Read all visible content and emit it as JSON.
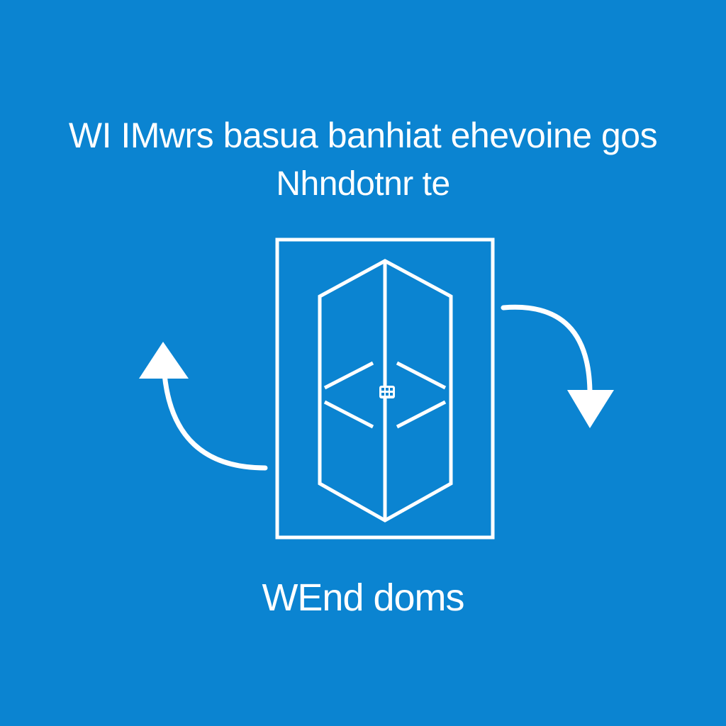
{
  "headline": {
    "line1": "WI IMwrs basua banhiat ehevoine gos",
    "line2": "Nhndotnr te"
  },
  "caption": "WEnd doms",
  "icons": {
    "left_arrow": "curved-arrow-up-icon",
    "right_arrow": "curved-arrow-down-icon",
    "center": "window-frame-icon"
  },
  "colors": {
    "background": "#0b84d1",
    "foreground": "#ffffff"
  }
}
